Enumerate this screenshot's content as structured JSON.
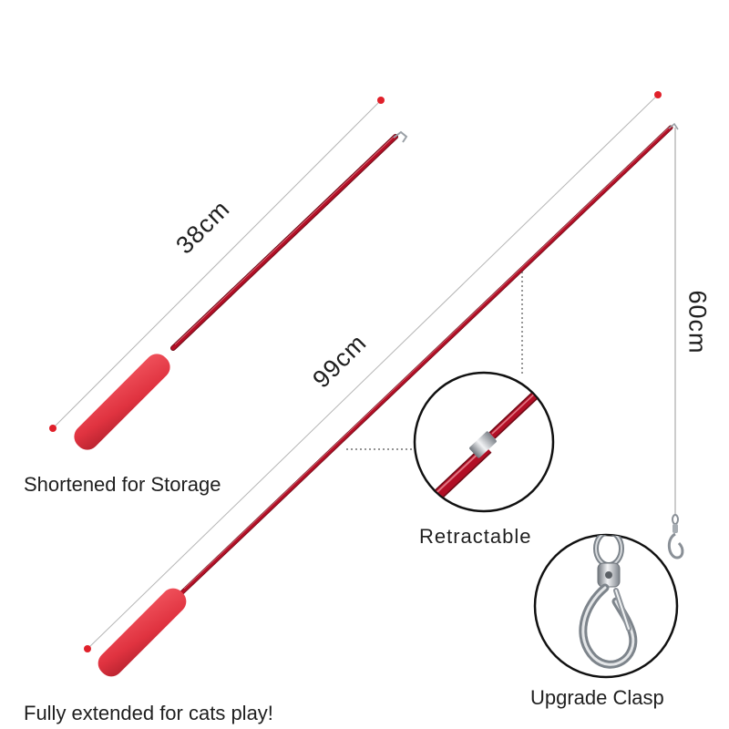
{
  "product": {
    "measurements": {
      "short_length": "38cm",
      "full_length": "99cm",
      "string_length": "60cm"
    },
    "captions": {
      "shortened": "Shortened for Storage",
      "extended": "Fully extended for cats play!",
      "retractable": "Retractable",
      "clasp": "Upgrade Clasp"
    }
  },
  "colors": {
    "rod": "#c8102e",
    "rod_dark": "#7a0a18",
    "handle": "#e63946",
    "handle_dark": "#b8232f",
    "measure_line": "#b5b5b5",
    "endpoint_dot": "#e0202a",
    "metal": "#9aa0a6"
  },
  "icons": {
    "detail_lens": "magnifier-circle",
    "clasp": "swivel-snap-hook"
  }
}
